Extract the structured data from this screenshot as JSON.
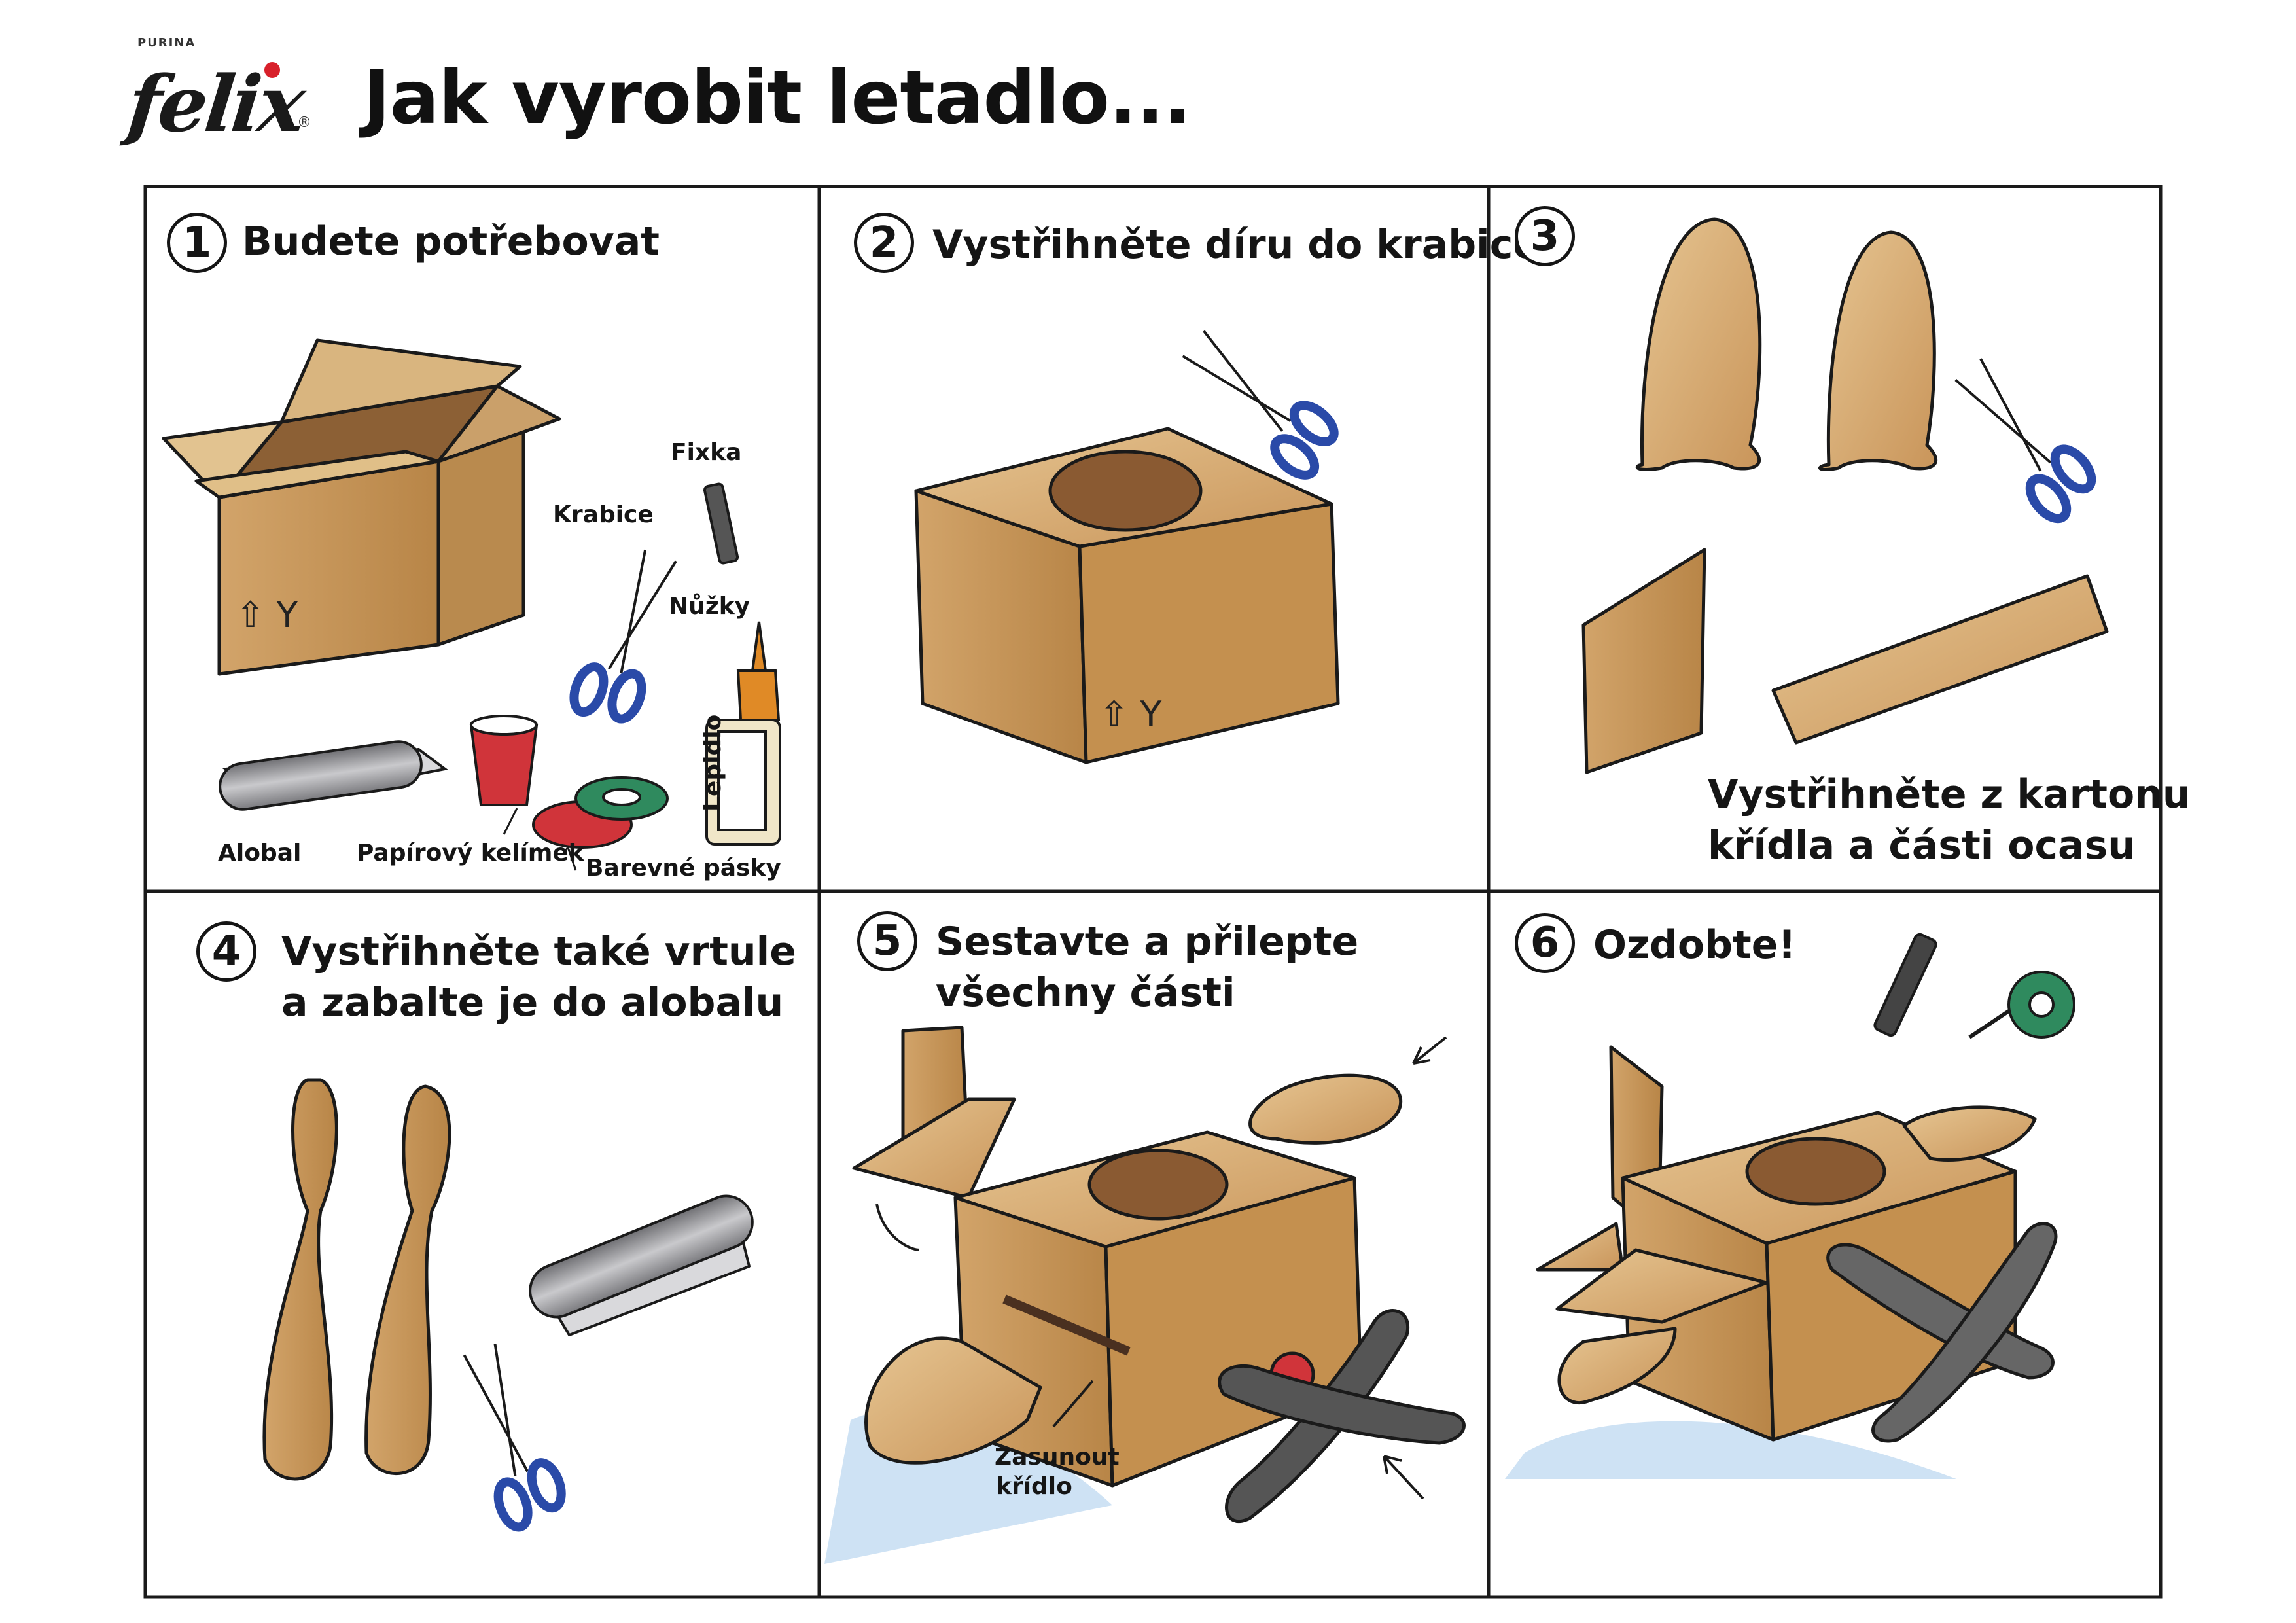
{
  "header": {
    "brand_small": "PURINA",
    "brand": "felix",
    "title": "Jak vyrobit letadlo..."
  },
  "steps": [
    {
      "number": "1",
      "heading": "Budete potřebovat"
    },
    {
      "number": "2",
      "heading": "Vystřihněte díru do krabice"
    },
    {
      "number": "3",
      "heading": ""
    },
    {
      "number": "4",
      "heading": "Vystřihněte také vrtule\na zabalte je do alobalu"
    },
    {
      "number": "5",
      "heading": "Sestavte a přilepte\nvšechny části"
    },
    {
      "number": "6",
      "heading": "Ozdobte!"
    }
  ],
  "materials": {
    "krabice": "Krabice",
    "fixka": "Fixka",
    "nuzky": "Nůžky",
    "lepidlo": "Lepidlo",
    "alobal": "Alobal",
    "kelimek": "Papírový kelímek",
    "pasky": "Barevné pásky"
  },
  "step3_caption_line1": "Vystřihněte z kartonu",
  "step3_caption_line2": "křídla a části ocasu",
  "step5_note_line1": "Zasunout",
  "step5_note_line2": "křídlo",
  "colors": {
    "cardboard": "#d8b27a",
    "cardboard_dark": "#a87a45",
    "scissors_blue": "#2a4aa8",
    "tape_red": "#d0343a",
    "tape_green": "#2f8a5e",
    "foil": "#9a9a9e"
  }
}
